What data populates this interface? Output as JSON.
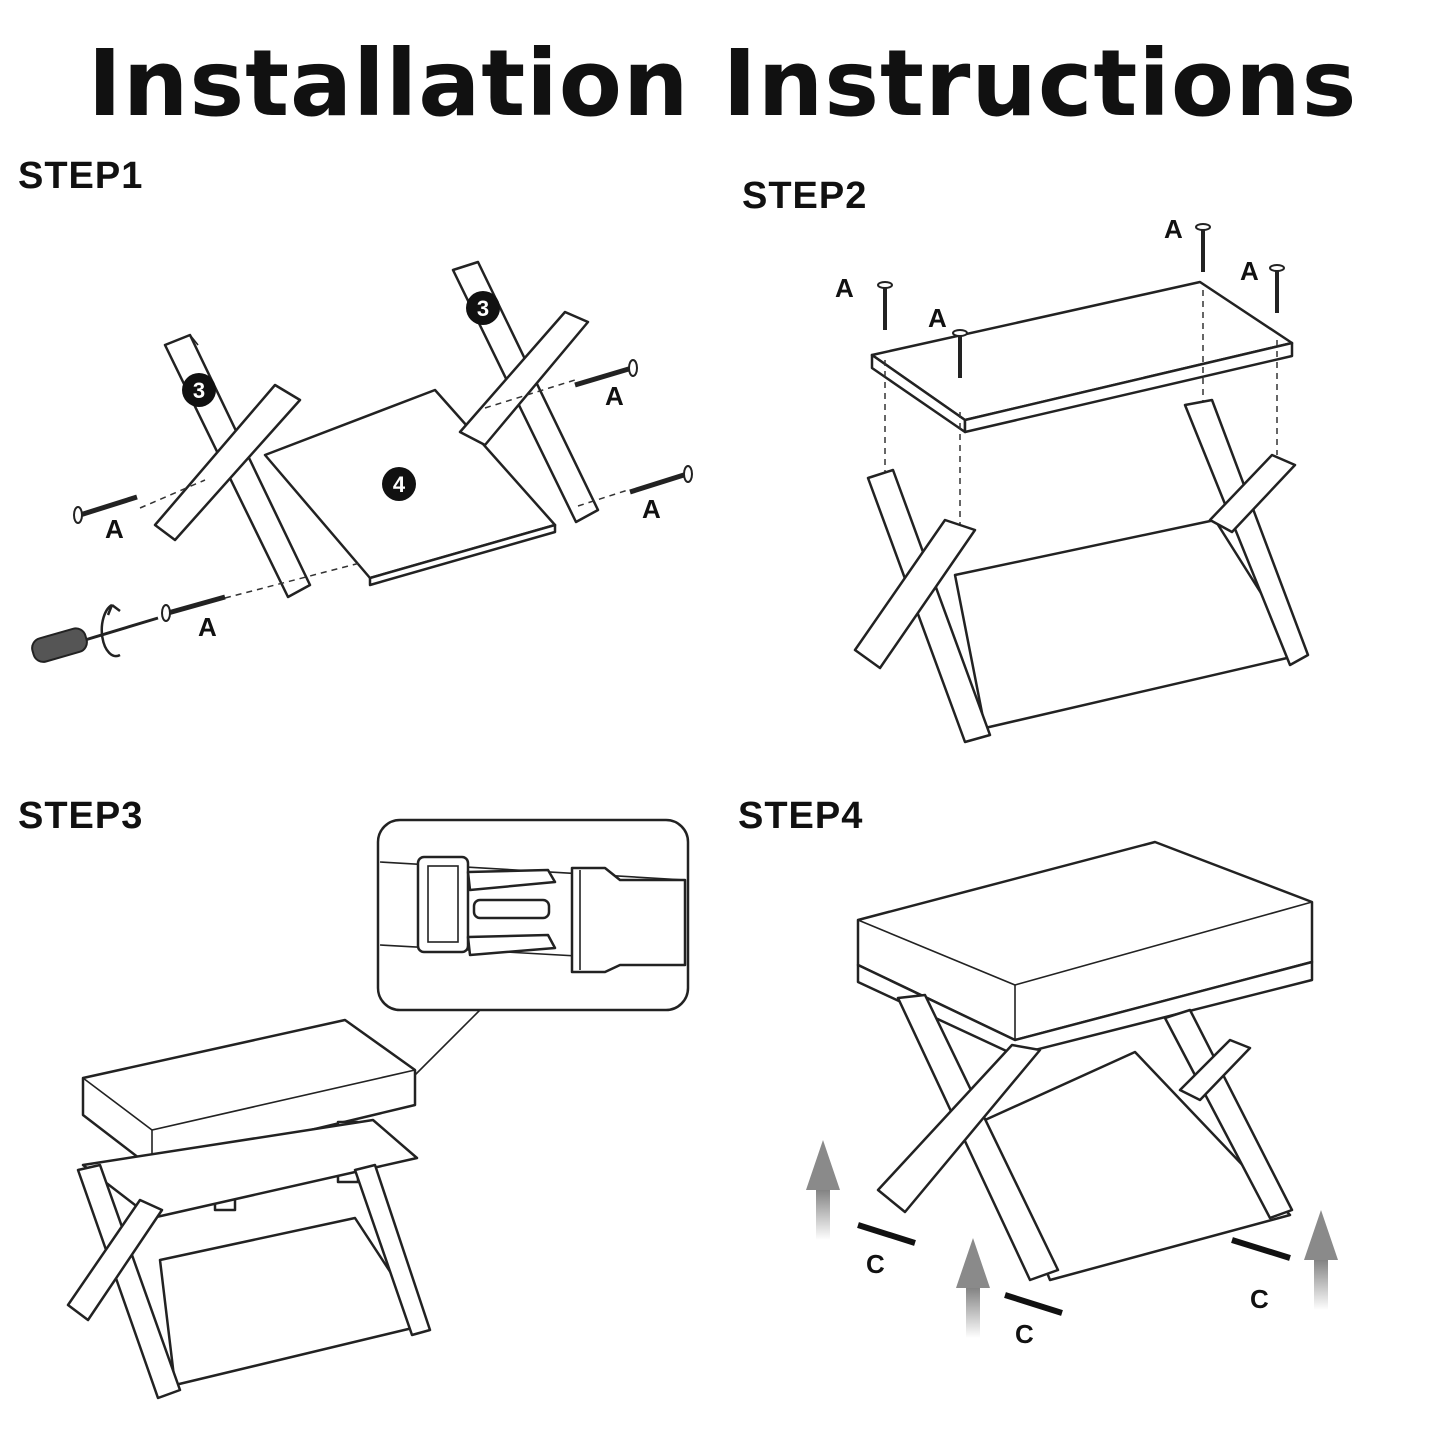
{
  "title": "Installation Instructions",
  "steps": [
    {
      "label": "STEP1",
      "parts": [
        "3",
        "3",
        "4"
      ],
      "screws": [
        "A",
        "A",
        "A",
        "A"
      ]
    },
    {
      "label": "STEP2",
      "screws": [
        "A",
        "A",
        "A",
        "A"
      ]
    },
    {
      "label": "STEP3"
    },
    {
      "label": "STEP4",
      "markers": [
        "C",
        "C",
        "C"
      ]
    }
  ],
  "colors": {
    "ink": "#111111",
    "arrow": "#888888"
  }
}
